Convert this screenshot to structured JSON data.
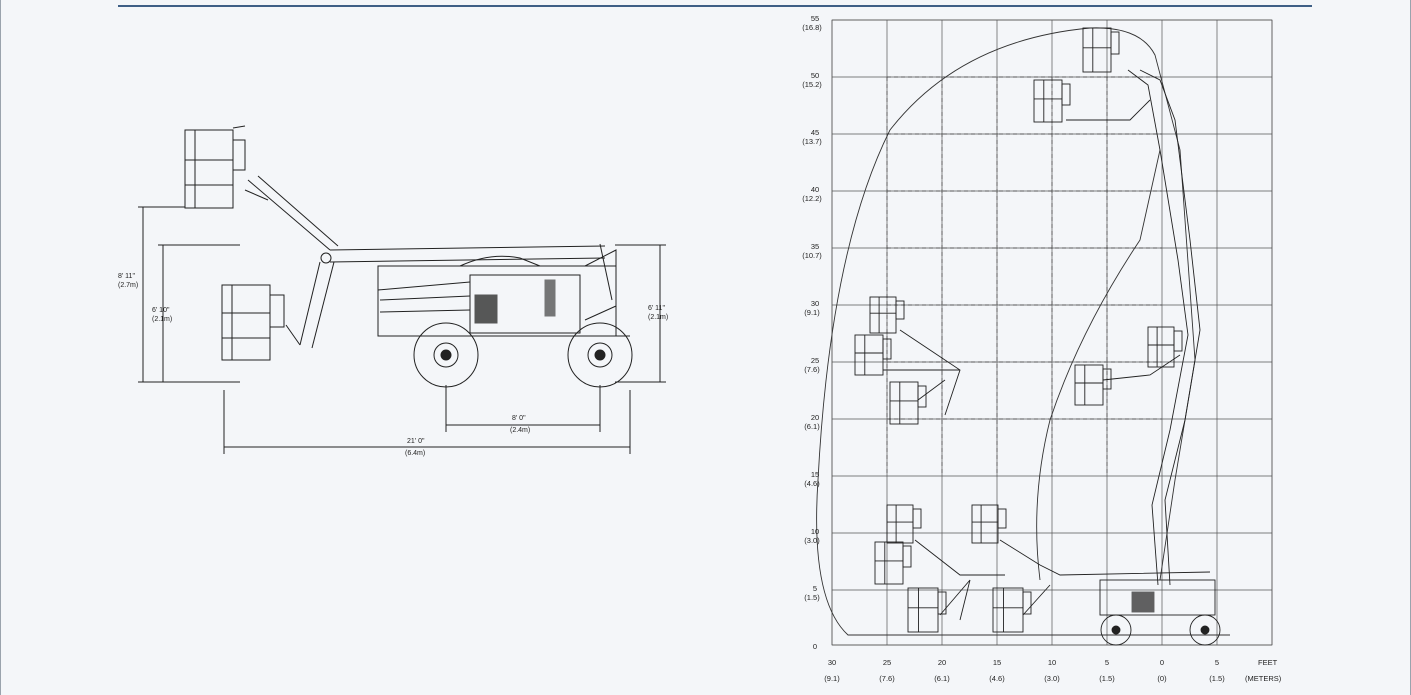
{
  "side_view": {
    "dims": {
      "stowed_height": {
        "ft": "6' 11\"",
        "m": "(2.1m)"
      },
      "platform_raised": {
        "ft": "8' 11\"",
        "m": "(2.7m)"
      },
      "platform_lowered": {
        "ft": "6' 10\"",
        "m": "(2.1m)"
      },
      "wheelbase": {
        "ft": "8' 0\"",
        "m": "(2.4m)"
      },
      "overall_length": {
        "ft": "21' 0\"",
        "m": "(6.4m)"
      }
    }
  },
  "range_chart": {
    "y_axis": [
      {
        "ft": "55",
        "m": "(16.8)"
      },
      {
        "ft": "50",
        "m": "(15.2)"
      },
      {
        "ft": "45",
        "m": "(13.7)"
      },
      {
        "ft": "40",
        "m": "(12.2)"
      },
      {
        "ft": "35",
        "m": "(10.7)"
      },
      {
        "ft": "30",
        "m": "(9.1)"
      },
      {
        "ft": "25",
        "m": "(7.6)"
      },
      {
        "ft": "20",
        "m": "(6.1)"
      },
      {
        "ft": "15",
        "m": "(4.6)"
      },
      {
        "ft": "10",
        "m": "(3.0)"
      },
      {
        "ft": "5",
        "m": "(1.5)"
      },
      {
        "ft": "0",
        "m": ""
      }
    ],
    "x_axis": [
      {
        "ft": "30",
        "m": "(9.1)"
      },
      {
        "ft": "25",
        "m": "(7.6)"
      },
      {
        "ft": "20",
        "m": "(6.1)"
      },
      {
        "ft": "15",
        "m": "(4.6)"
      },
      {
        "ft": "10",
        "m": "(3.0)"
      },
      {
        "ft": "5",
        "m": "(1.5)"
      },
      {
        "ft": "0",
        "m": "(0)"
      },
      {
        "ft": "5",
        "m": "(1.5)"
      }
    ],
    "unit_ft": "FEET",
    "unit_m": "(METERS)"
  }
}
